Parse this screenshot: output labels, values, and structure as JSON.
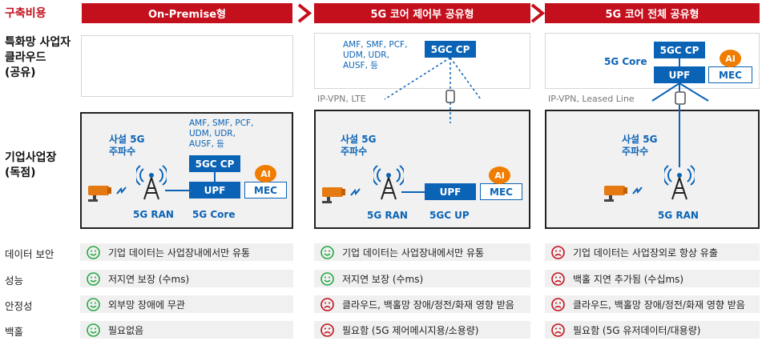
{
  "header": {
    "label": "구축비용",
    "columns": [
      "On-Premise형",
      "5G 코어 제어부 공유형",
      "5G 코어 전체 공유형"
    ]
  },
  "row_labels": {
    "cloud": [
      "특화망 사업자",
      "클라우드",
      "(공유)"
    ],
    "enterprise": [
      "기업사업장",
      "(독점)"
    ]
  },
  "col1": {
    "spectrum": [
      "사설 5G",
      "주파수"
    ],
    "functions": [
      "AMF, SMF, PCF,",
      "UDM, UDR,",
      "AUSF, 등"
    ],
    "cp": "5GC CP",
    "upf": "UPF",
    "mec": "MEC",
    "ai": "AI",
    "ran": "5G RAN",
    "core": "5G Core"
  },
  "col2": {
    "functions": [
      "AMF, SMF, PCF,",
      "UDM, UDR,",
      "AUSF, 등"
    ],
    "cp": "5GC CP",
    "link": "IP-VPN, LTE",
    "spectrum": [
      "사설 5G",
      "주파수"
    ],
    "upf": "UPF",
    "mec": "MEC",
    "ai": "AI",
    "ran": "5G RAN",
    "up": "5GC UP"
  },
  "col3": {
    "core": "5G Core",
    "cp": "5GC CP",
    "upf": "UPF",
    "mec": "MEC",
    "ai": "AI",
    "link": "IP-VPN, Leased Line",
    "spectrum": [
      "사설 5G",
      "주파수"
    ],
    "ran": "5G RAN"
  },
  "comparison": [
    {
      "label": "데이터 보안",
      "cells": [
        {
          "face": "happy",
          "text": "기업 데이터는 사업장내에서만 유통"
        },
        {
          "face": "happy",
          "text": "기업 데이터는 사업장내에서만 유통"
        },
        {
          "face": "sad",
          "text": "기업 데이터는 사업장외로 항상 유출"
        }
      ]
    },
    {
      "label": "성능",
      "cells": [
        {
          "face": "happy",
          "text": "저지연 보장 (수ms)"
        },
        {
          "face": "happy",
          "text": "저지연 보장 (수ms)"
        },
        {
          "face": "sad",
          "text": "백홀 지연 추가됨 (수십ms)"
        }
      ]
    },
    {
      "label": "안정성",
      "cells": [
        {
          "face": "happy",
          "text": "외부망 장애에 무관"
        },
        {
          "face": "sad",
          "text": "클라우드, 백홀망 장애/정전/화재 영향 받음"
        },
        {
          "face": "sad",
          "text": "클라우드, 백홀망 장애/정전/화재 영향 받음"
        }
      ]
    },
    {
      "label": "백홀",
      "cells": [
        {
          "face": "happy",
          "text": "필요없음"
        },
        {
          "face": "sad",
          "text": "필요함 (5G 제어메시지용/소용량)"
        },
        {
          "face": "sad",
          "text": "필요함 (5G 유저데이터/대용량)"
        }
      ]
    }
  ],
  "colors": {
    "red": "#c40f1c",
    "blue": "#0b63b6",
    "orange": "#f07d00",
    "green": "#27a844"
  }
}
